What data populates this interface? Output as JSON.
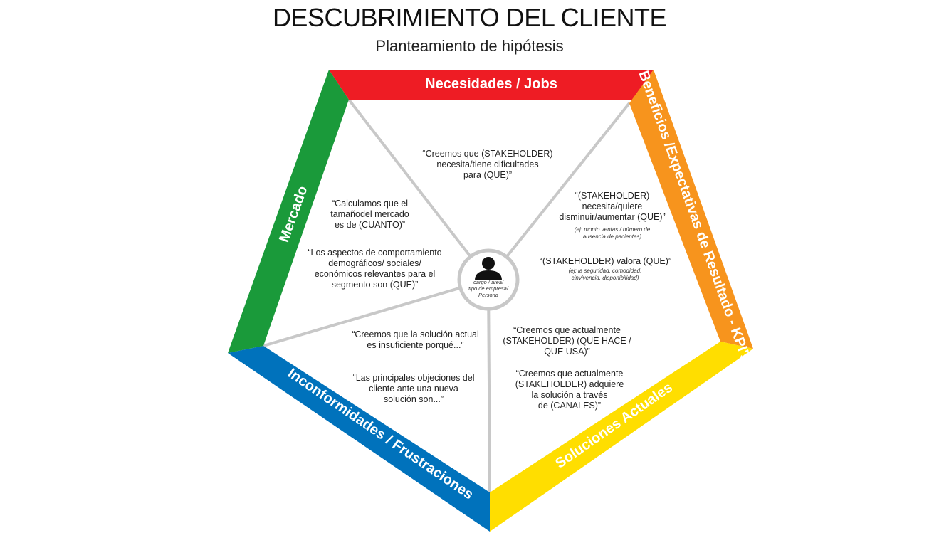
{
  "title": "DESCUBRIMIENTO DEL CLIENTE",
  "subtitle": "Planteamiento de hipótesis",
  "colors": {
    "necesidades": "#ee1c24",
    "beneficios": "#f7941d",
    "soluciones": "#ffde00",
    "inconformidades": "#0072bc",
    "mercado": "#1a9a3a",
    "spokes": "#c8c8c8"
  },
  "sections": {
    "necesidades": {
      "label": "Necesidades / Jobs",
      "text": [
        "“Creemos que (STAKEHOLDER)",
        "necesita/tiene dificultades",
        "para (QUE)”"
      ]
    },
    "beneficios": {
      "label": "Beneficios /Expectativas de Resultado - KPI's",
      "text1": [
        "“(STAKEHOLDER)",
        "necesita/quiere",
        "disminuir/aumentar (QUE)”"
      ],
      "note1": [
        "(ej: monto ventas / número de",
        "ausencia de pacientes)"
      ],
      "text2": [
        "“(STAKEHOLDER) valora (QUE)”"
      ],
      "note2": [
        "(ej: la seguridad, comodidad,",
        "cinvivencia, disponibilidad)"
      ]
    },
    "soluciones": {
      "label": "Soluciones Actuales",
      "text1": [
        "“Creemos que actualmente",
        "(STAKEHOLDER) (QUE HACE /",
        "QUE USA)”"
      ],
      "text2": [
        "“Creemos que actualmente",
        "(STAKEHOLDER) adquiere",
        "la solución a través",
        "de (CANALES)”"
      ]
    },
    "inconformidades": {
      "label": "Inconformidades / Frustraciones",
      "text1": [
        "“Creemos que la solución actual",
        "es insuficiente porqué...”"
      ],
      "text2": [
        "“Las principales objeciones del",
        "cliente ante una nueva",
        "solución son...”"
      ]
    },
    "mercado": {
      "label": "Mercado",
      "text1": [
        "“Calculamos que el",
        "tamañodel mercado",
        "es de (CUANTO)”"
      ],
      "text2": [
        "“Los aspectos de comportamiento",
        "demográficos/ sociales/",
        "económicos relevantes para el",
        "segmento son (QUE)”"
      ]
    }
  },
  "center": {
    "icon": "person-icon",
    "label": [
      "cargo / área/",
      "tipo de empresa/",
      "Persona"
    ]
  }
}
